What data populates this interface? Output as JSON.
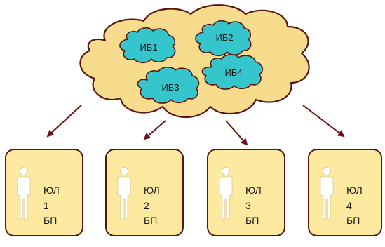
{
  "cloud": {
    "small_clouds": [
      {
        "label": "ИБ1"
      },
      {
        "label": "ИБ2"
      },
      {
        "label": "ИБ4"
      },
      {
        "label": "ИБ3"
      }
    ]
  },
  "entities": [
    {
      "line1": "ЮЛ",
      "line2": "1",
      "line3": "БП"
    },
    {
      "line1": "ЮЛ",
      "line2": "2",
      "line3": "БП"
    },
    {
      "line1": "ЮЛ",
      "line2": "3",
      "line3": "БП"
    },
    {
      "line1": "ЮЛ",
      "line2": "4",
      "line3": "БП"
    }
  ],
  "colors": {
    "big_cloud_fill": "#f8dc8e",
    "small_cloud_fill": "#34c6cc",
    "box_fill": "#fde9a0",
    "outline": "#5a1612",
    "arrow": "#6b1014",
    "person": "#ffffff",
    "text": "#1a1a1a"
  }
}
